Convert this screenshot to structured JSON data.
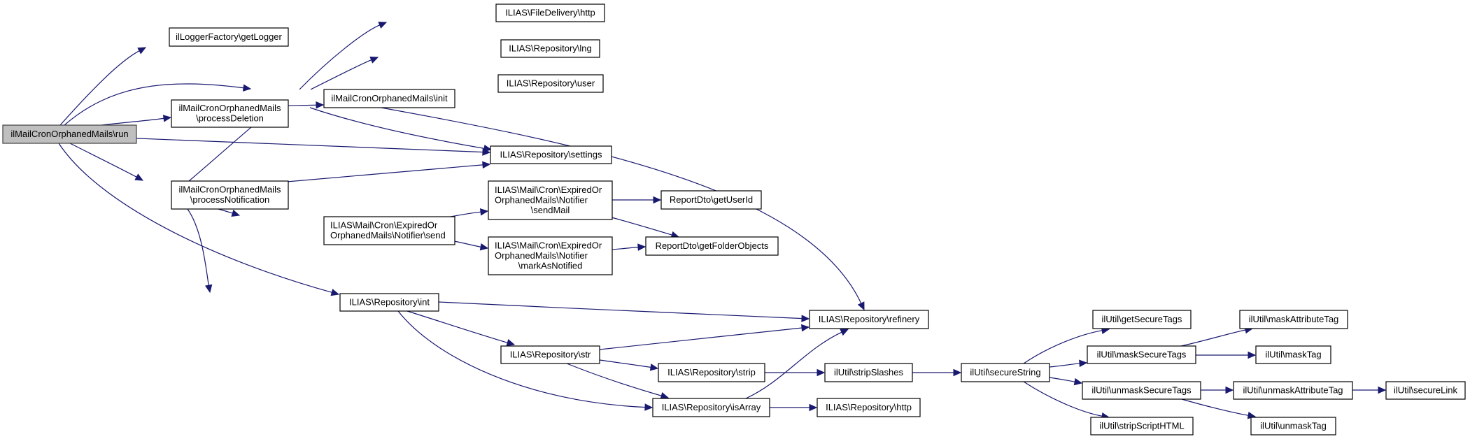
{
  "diagram": {
    "type": "call-graph",
    "edge_color": "#191970",
    "root_fill": "#bfbfbf",
    "nodes": [
      {
        "id": "run",
        "lines": [
          "ilMailCronOrphanedMails\\run"
        ],
        "root": true
      },
      {
        "id": "getLogger",
        "lines": [
          "ilLoggerFactory\\getLogger"
        ]
      },
      {
        "id": "processDeletion",
        "lines": [
          "ilMailCronOrphanedMails",
          "\\processDeletion"
        ]
      },
      {
        "id": "processNotification",
        "lines": [
          "ilMailCronOrphanedMails",
          "\\processNotification"
        ]
      },
      {
        "id": "init",
        "lines": [
          "ilMailCronOrphanedMails\\init"
        ]
      },
      {
        "id": "send",
        "lines": [
          "ILIAS\\Mail\\Cron\\ExpiredOr",
          "OrphanedMails\\Notifier\\send"
        ]
      },
      {
        "id": "int",
        "lines": [
          "ILIAS\\Repository\\int"
        ]
      },
      {
        "id": "fdHttp",
        "lines": [
          "ILIAS\\FileDelivery\\http"
        ]
      },
      {
        "id": "lng",
        "lines": [
          "ILIAS\\Repository\\lng"
        ]
      },
      {
        "id": "user",
        "lines": [
          "ILIAS\\Repository\\user"
        ]
      },
      {
        "id": "settings",
        "lines": [
          "ILIAS\\Repository\\settings"
        ]
      },
      {
        "id": "sendMail",
        "lines": [
          "ILIAS\\Mail\\Cron\\ExpiredOr",
          "OrphanedMails\\Notifier",
          "\\sendMail"
        ]
      },
      {
        "id": "markAsNotified",
        "lines": [
          "ILIAS\\Mail\\Cron\\ExpiredOr",
          "OrphanedMails\\Notifier",
          "\\markAsNotified"
        ]
      },
      {
        "id": "str",
        "lines": [
          "ILIAS\\Repository\\str"
        ]
      },
      {
        "id": "getUserId",
        "lines": [
          "ReportDto\\getUserId"
        ]
      },
      {
        "id": "getFolderObjects",
        "lines": [
          "ReportDto\\getFolderObjects"
        ]
      },
      {
        "id": "strip",
        "lines": [
          "ILIAS\\Repository\\strip"
        ]
      },
      {
        "id": "isArray",
        "lines": [
          "ILIAS\\Repository\\isArray"
        ]
      },
      {
        "id": "refinery",
        "lines": [
          "ILIAS\\Repository\\refinery"
        ]
      },
      {
        "id": "stripSlashes",
        "lines": [
          "ilUtil\\stripSlashes"
        ]
      },
      {
        "id": "repoHttp",
        "lines": [
          "ILIAS\\Repository\\http"
        ]
      },
      {
        "id": "secureString",
        "lines": [
          "ilUtil\\secureString"
        ]
      },
      {
        "id": "getSecureTags",
        "lines": [
          "ilUtil\\getSecureTags"
        ]
      },
      {
        "id": "maskSecureTags",
        "lines": [
          "ilUtil\\maskSecureTags"
        ]
      },
      {
        "id": "unmaskSecureTags",
        "lines": [
          "ilUtil\\unmaskSecureTags"
        ]
      },
      {
        "id": "stripScriptHTML",
        "lines": [
          "ilUtil\\stripScriptHTML"
        ]
      },
      {
        "id": "maskAttributeTag",
        "lines": [
          "ilUtil\\maskAttributeTag"
        ]
      },
      {
        "id": "maskTag",
        "lines": [
          "ilUtil\\maskTag"
        ]
      },
      {
        "id": "unmaskAttributeTag",
        "lines": [
          "ilUtil\\unmaskAttributeTag"
        ]
      },
      {
        "id": "unmaskTag",
        "lines": [
          "ilUtil\\unmaskTag"
        ]
      },
      {
        "id": "secureLink",
        "lines": [
          "ilUtil\\secureLink"
        ]
      }
    ],
    "edges": [
      {
        "from": "run",
        "to": "getLogger"
      },
      {
        "from": "run",
        "to": "init"
      },
      {
        "from": "run",
        "to": "processDeletion"
      },
      {
        "from": "run",
        "to": "settings"
      },
      {
        "from": "run",
        "to": "processNotification"
      },
      {
        "from": "run",
        "to": "int"
      },
      {
        "from": "processDeletion",
        "to": "init"
      },
      {
        "from": "processNotification",
        "to": "init"
      },
      {
        "from": "processNotification",
        "to": "settings"
      },
      {
        "from": "processNotification",
        "to": "send"
      },
      {
        "from": "processNotification",
        "to": "int"
      },
      {
        "from": "init",
        "to": "fdHttp"
      },
      {
        "from": "init",
        "to": "lng"
      },
      {
        "from": "init",
        "to": "user"
      },
      {
        "from": "init",
        "to": "settings"
      },
      {
        "from": "init",
        "to": "refinery"
      },
      {
        "from": "send",
        "to": "sendMail"
      },
      {
        "from": "send",
        "to": "markAsNotified"
      },
      {
        "from": "sendMail",
        "to": "getUserId"
      },
      {
        "from": "sendMail",
        "to": "getFolderObjects"
      },
      {
        "from": "markAsNotified",
        "to": "getFolderObjects"
      },
      {
        "from": "int",
        "to": "refinery"
      },
      {
        "from": "int",
        "to": "str"
      },
      {
        "from": "int",
        "to": "isArray"
      },
      {
        "from": "str",
        "to": "refinery"
      },
      {
        "from": "str",
        "to": "strip"
      },
      {
        "from": "str",
        "to": "isArray"
      },
      {
        "from": "strip",
        "to": "stripSlashes"
      },
      {
        "from": "isArray",
        "to": "refinery"
      },
      {
        "from": "isArray",
        "to": "repoHttp"
      },
      {
        "from": "stripSlashes",
        "to": "secureString"
      },
      {
        "from": "secureString",
        "to": "getSecureTags"
      },
      {
        "from": "secureString",
        "to": "maskSecureTags"
      },
      {
        "from": "secureString",
        "to": "unmaskSecureTags"
      },
      {
        "from": "secureString",
        "to": "stripScriptHTML"
      },
      {
        "from": "maskSecureTags",
        "to": "maskAttributeTag"
      },
      {
        "from": "maskSecureTags",
        "to": "maskTag"
      },
      {
        "from": "unmaskSecureTags",
        "to": "unmaskAttributeTag"
      },
      {
        "from": "unmaskSecureTags",
        "to": "unmaskTag"
      },
      {
        "from": "unmaskAttributeTag",
        "to": "secureLink"
      }
    ]
  }
}
